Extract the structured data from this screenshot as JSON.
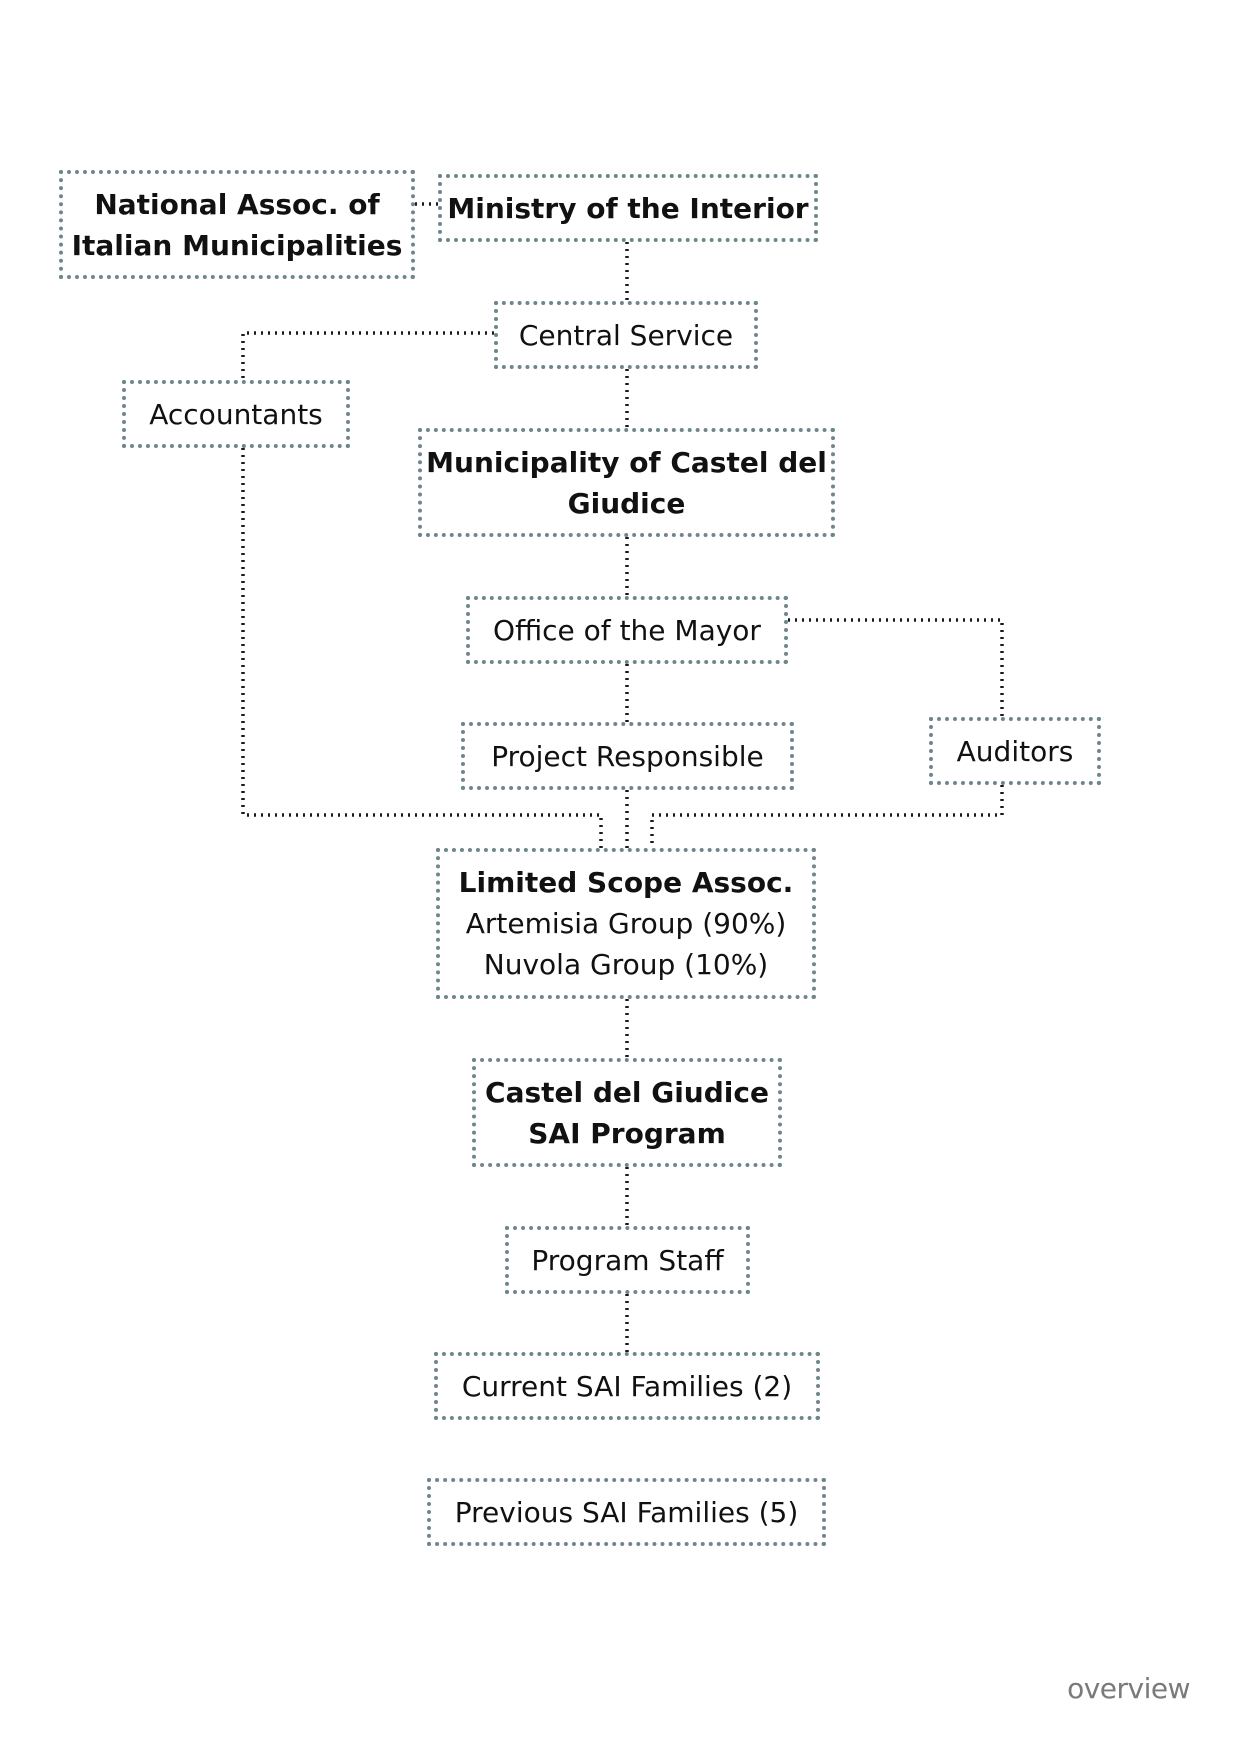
{
  "nodes": {
    "anci": {
      "lines": [
        "National Assoc. of",
        "Italian Municipalities"
      ]
    },
    "ministry": {
      "lines": [
        "Ministry of the Interior"
      ]
    },
    "central": {
      "lines": [
        "Central Service"
      ]
    },
    "accountants": {
      "lines": [
        "Accountants"
      ]
    },
    "municipality": {
      "lines": [
        "Municipality of Castel del",
        "Giudice"
      ]
    },
    "mayor": {
      "lines": [
        "Office of the Mayor"
      ]
    },
    "auditors": {
      "lines": [
        "Auditors"
      ]
    },
    "project": {
      "lines": [
        "Project Responsible"
      ]
    },
    "lsa": {
      "lines": [
        "Limited Scope Assoc.",
        "Artemisia Group (90%)",
        "Nuvola Group (10%)"
      ]
    },
    "sai": {
      "lines": [
        "Castel del Giudice",
        "SAI Program"
      ]
    },
    "staff": {
      "lines": [
        "Program Staff"
      ]
    },
    "current": {
      "lines": [
        "Current SAI Families (2)"
      ]
    },
    "previous": {
      "lines": [
        "Previous SAI Families (5)"
      ]
    }
  },
  "footer": {
    "label": "overview"
  },
  "colors": {
    "box_border": "#6e878c",
    "connector": "#1a1a1a",
    "footer_text": "#7a7a7a"
  }
}
